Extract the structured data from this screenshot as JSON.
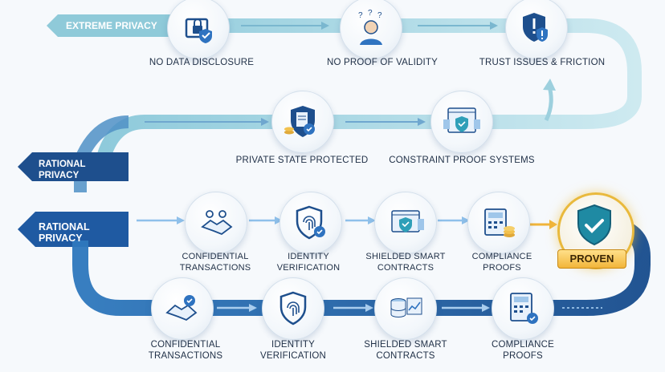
{
  "tags": {
    "extreme": "EXTREME PRIVACY",
    "rational_top": "RATIONAL PRIVACY",
    "rational_mid": "RATIONAL PRIVACY"
  },
  "row1": [
    {
      "label": "NO DATA DISCLOSURE",
      "icon": "lock-shield-icon"
    },
    {
      "label": "NO PROOF OF VALIDITY",
      "icon": "confused-person-icon"
    },
    {
      "label": "TRUST ISSUES & FRICTION",
      "icon": "warning-shield-icon"
    }
  ],
  "row2": [
    {
      "label": "PRIVATE STATE PROTECTED",
      "icon": "shield-document-icon"
    },
    {
      "label": "CONSTRAINT PROOF SYSTEMS",
      "icon": "proof-system-icon"
    }
  ],
  "row3": [
    {
      "label1": "CONFIDENTIAL",
      "label2": "TRANSACTIONS",
      "icon": "handshake-icon"
    },
    {
      "label1": "IDENTITY",
      "label2": "VERIFICATION",
      "icon": "fingerprint-shield-icon"
    },
    {
      "label1": "SHIELDED SMART",
      "label2": "CONTRACTS",
      "icon": "shielded-contract-icon"
    },
    {
      "label1": "COMPLIANCE",
      "label2": "PROOFS",
      "icon": "calculator-coins-icon"
    }
  ],
  "row4": [
    {
      "label1": "CONFIDENTIAL",
      "label2": "TRANSACTIONS",
      "icon": "handshake-check-icon"
    },
    {
      "label1": "IDENTITY",
      "label2": "VERIFICATION",
      "icon": "fingerprint-shield-icon"
    },
    {
      "label1": "SHIELDED SMART",
      "label2": "CONTRACTS",
      "icon": "database-chart-icon"
    },
    {
      "label1": "COMPLIANCE",
      "label2": "PROOFS",
      "icon": "calculator-check-icon"
    }
  ],
  "proven": {
    "label": "PROVEN",
    "icon": "check-shield-icon"
  },
  "colors": {
    "light_path": "#a9d7e3",
    "dark_path": "#1f5fa8",
    "navy": "#1b4f8e",
    "gold": "#f0b43a"
  }
}
